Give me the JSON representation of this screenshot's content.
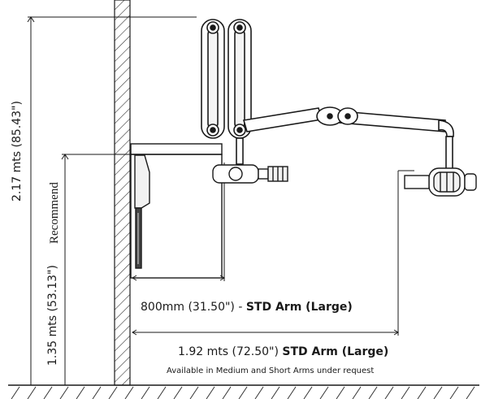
{
  "labels": {
    "total_height": "2.17 mts (85.43\")",
    "recommend": "Recommend",
    "mount_height": "1.35 mts (53.13\")",
    "arm_short_dim": "800mm  (31.50\") - ",
    "arm_short_name": "STD Arm (Large)",
    "arm_long_dim": "1.92 mts (72.50\")  ",
    "arm_long_name": "STD Arm (Large)",
    "note": "Available in Medium and Short Arms under request"
  },
  "colors": {
    "line": "#1a1a1a",
    "hatch": "#333333",
    "fill": "#ffffff"
  }
}
